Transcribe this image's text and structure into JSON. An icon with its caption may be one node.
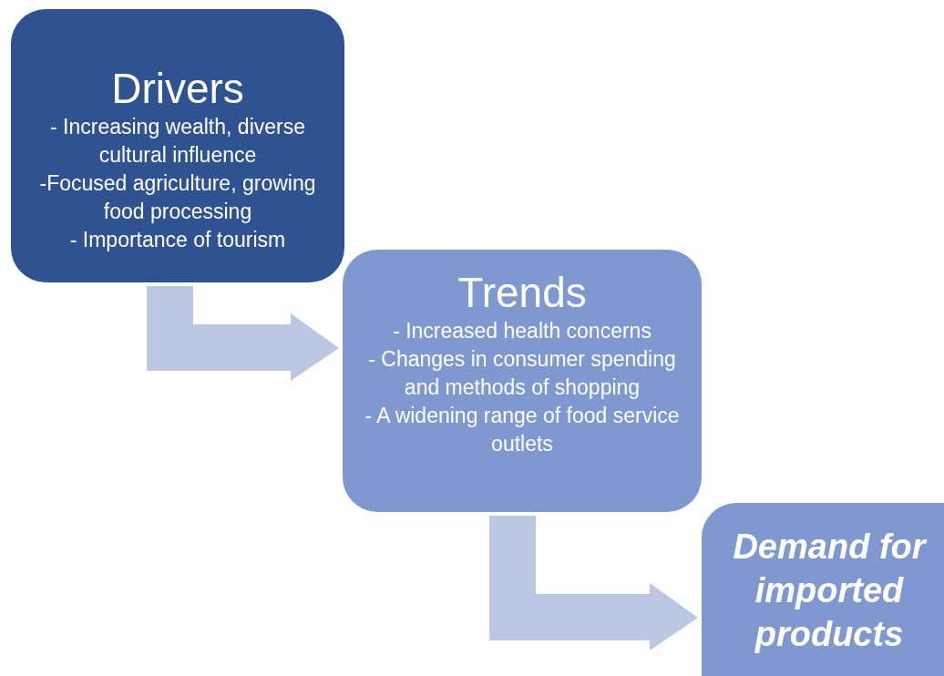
{
  "diagram": {
    "nodes": [
      {
        "text": [
          "Drivers",
          "- Increasing wealth, diverse cultural influence",
          "-Focused agriculture, growing food processing",
          "- Importance of tourism"
        ]
      },
      {
        "text": [
          "Trends",
          "- Increased health concerns",
          "- Changes in consumer spending and methods of shopping",
          "- A widening range of food service outlets"
        ]
      },
      {
        "text": [
          "Demand for imported products"
        ]
      }
    ],
    "edges": [
      {
        "from": 0,
        "to": 1,
        "arrow": "to",
        "style": "thick"
      },
      {
        "from": 1,
        "to": 2,
        "arrow": "to",
        "style": "thick"
      }
    ]
  }
}
